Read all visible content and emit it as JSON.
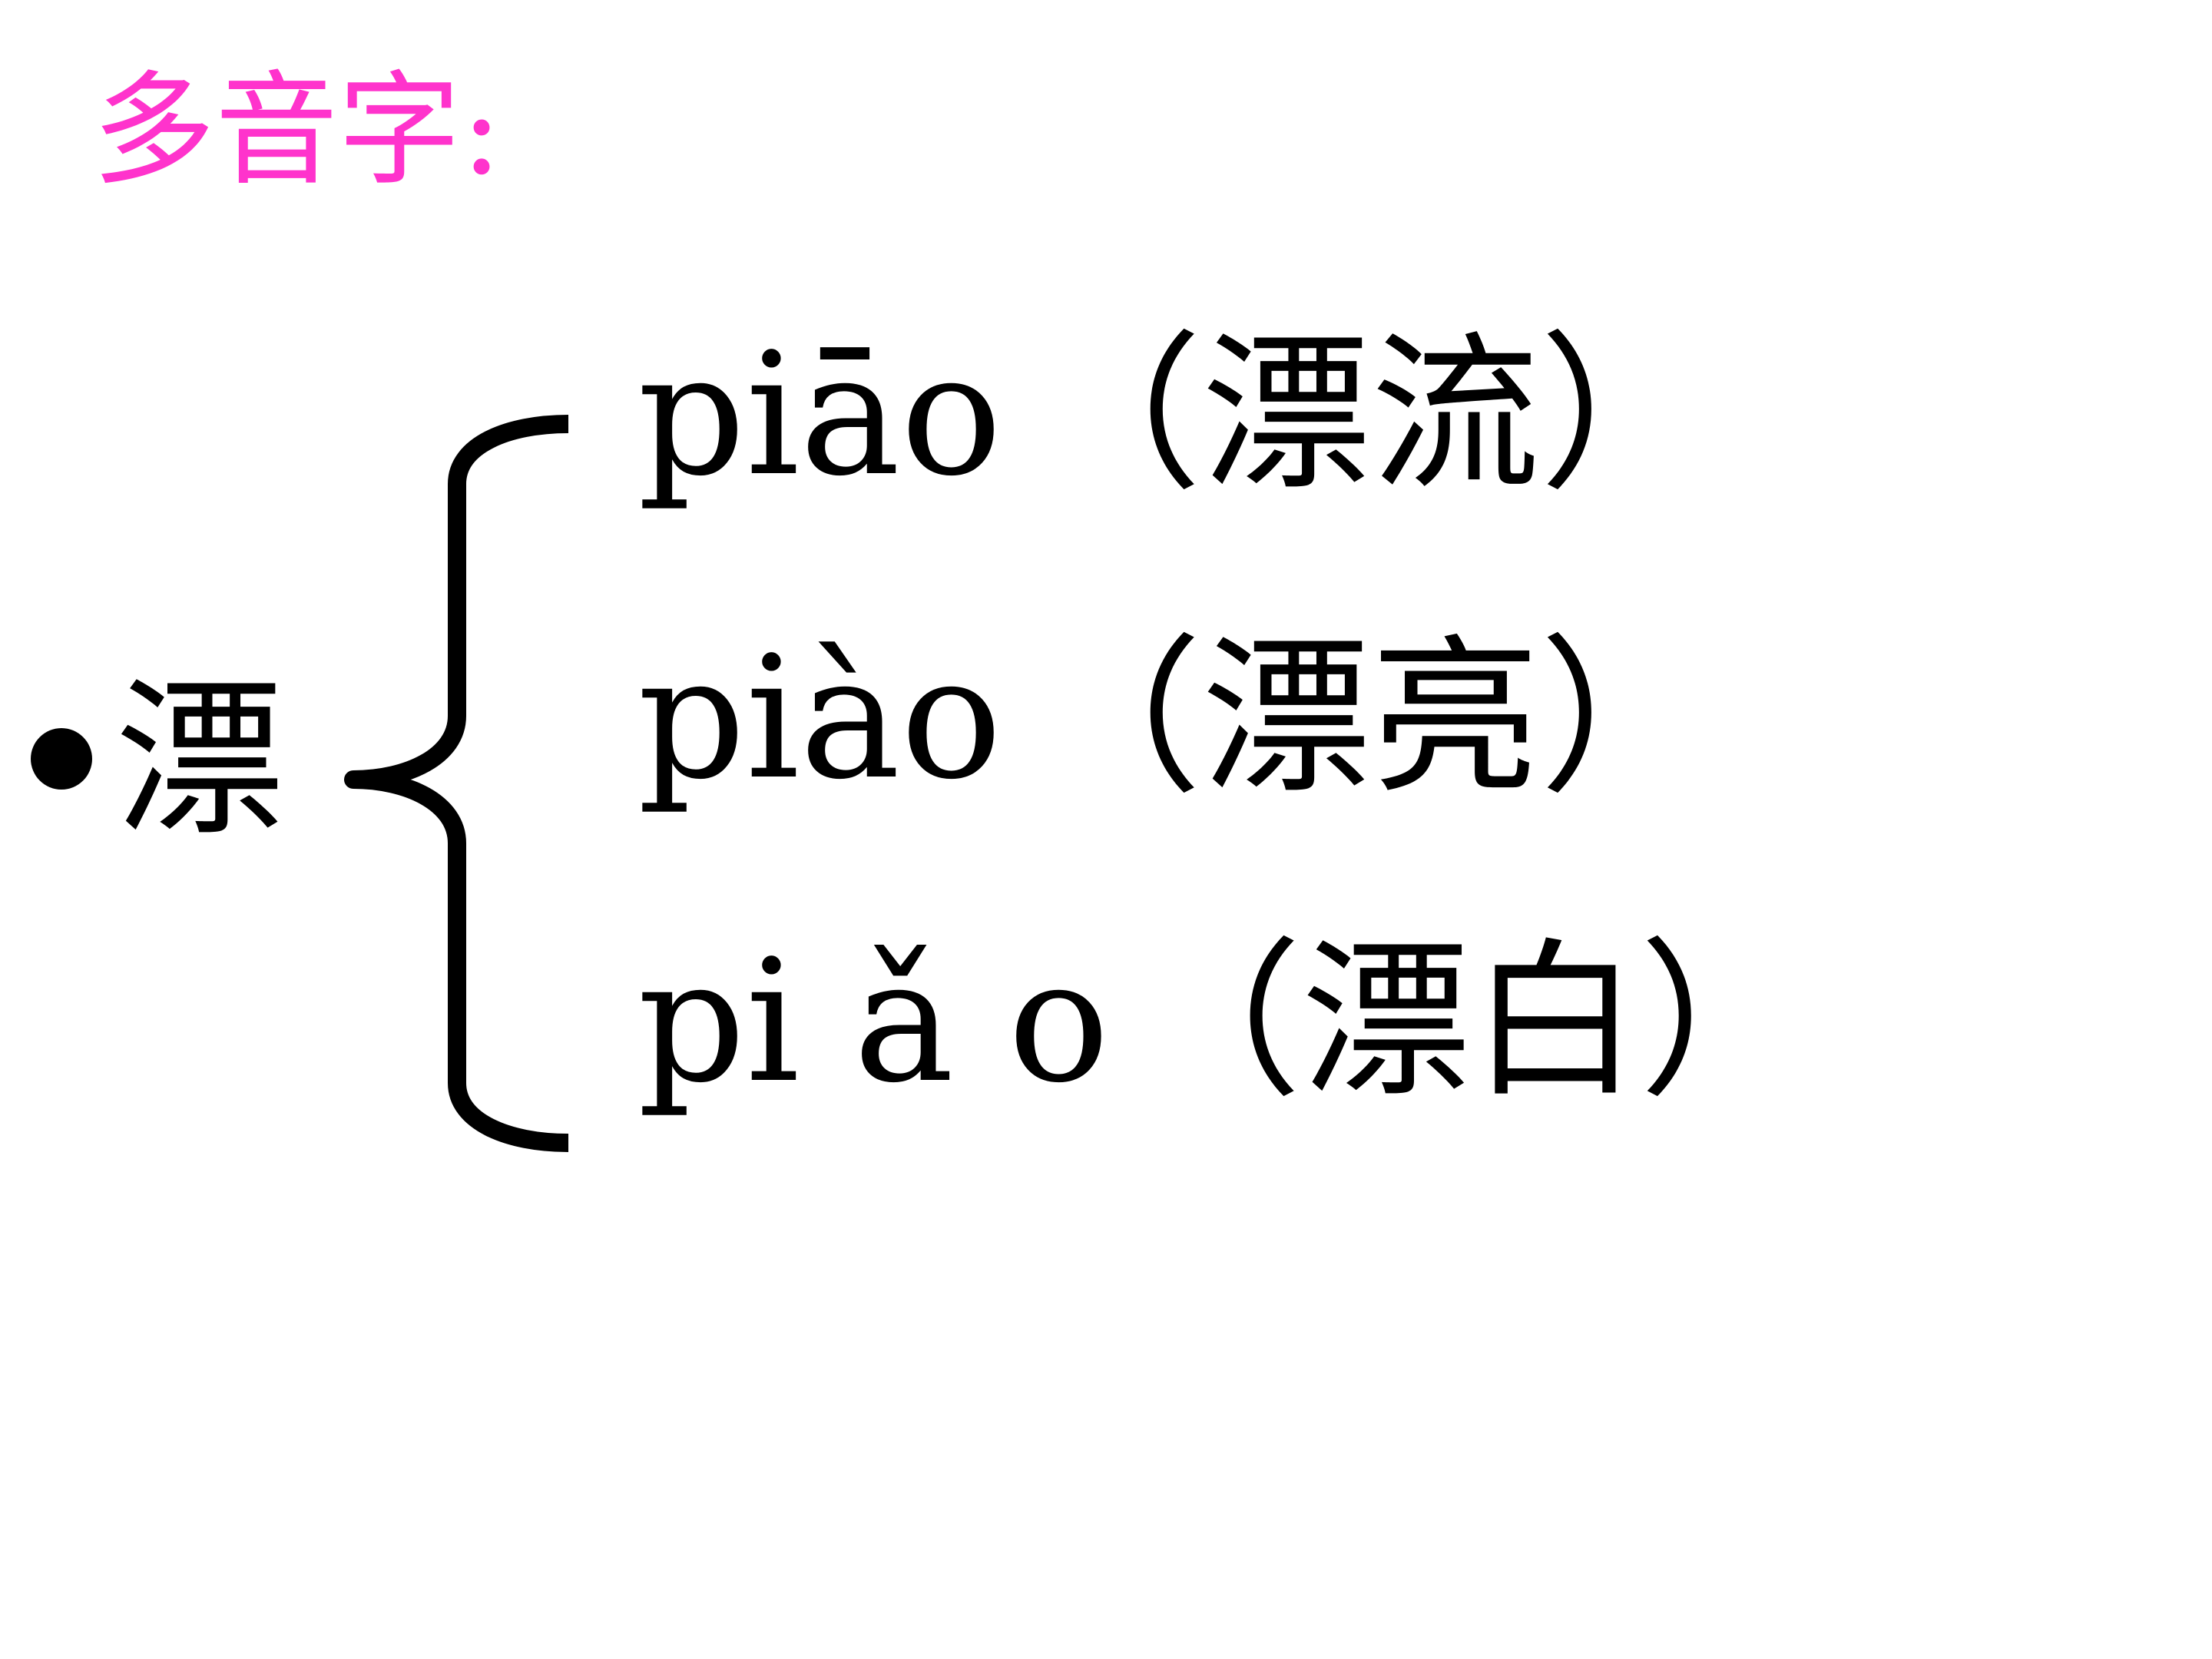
{
  "title": {
    "text": "多音字:",
    "color": "#ff33cc"
  },
  "main": {
    "bullet_icon": "filled-circle-bullet",
    "character": "漂"
  },
  "brace_icon": "left-curly-brace",
  "readings": [
    {
      "pinyin": "piāo",
      "word": "（漂流）"
    },
    {
      "pinyin": "piào",
      "word": "（漂亮）"
    },
    {
      "pinyin": "pi ǎ o",
      "word": "（漂白）"
    }
  ]
}
